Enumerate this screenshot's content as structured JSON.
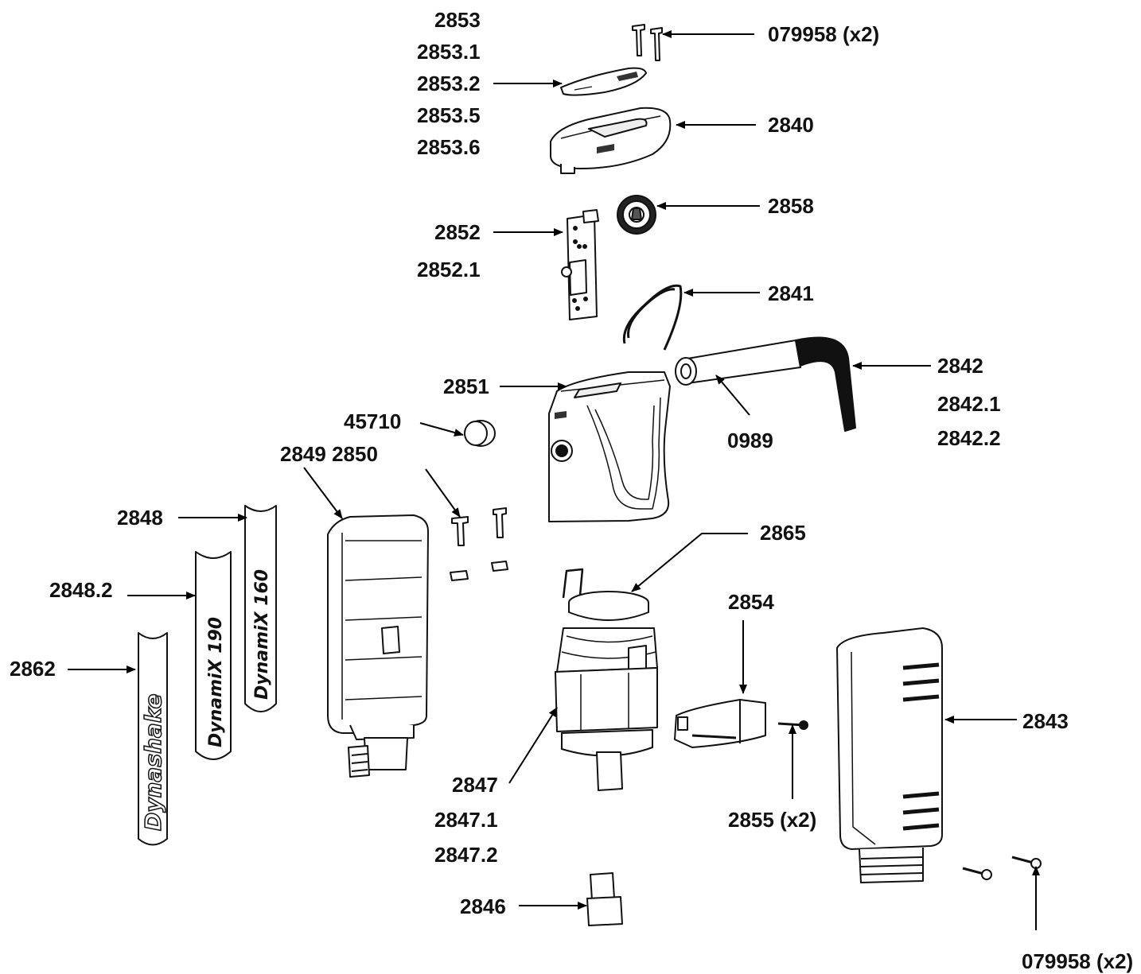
{
  "labels": {
    "l2853": "2853",
    "l2853_1": "2853.1",
    "l2853_2": "2853.2",
    "l2853_5": "2853.5",
    "l2853_6": "2853.6",
    "l079958_top": "079958 (x2)",
    "l2840": "2840",
    "l2858": "2858",
    "l2852": "2852",
    "l2852_1": "2852.1",
    "l2841": "2841",
    "l2842": "2842",
    "l2842_1": "2842.1",
    "l2842_2": "2842.2",
    "l2851": "2851",
    "l0989": "0989",
    "l45710": "45710",
    "l2849_2850": "2849 2850",
    "l2848": "2848",
    "l2848_2": "2848.2",
    "l2862": "2862",
    "l2865": "2865",
    "l2854": "2854",
    "l2843": "2843",
    "l2847": "2847",
    "l2847_1": "2847.1",
    "l2847_2": "2847.2",
    "l2855": "2855 (x2)",
    "l2846": "2846",
    "l079958_bottom": "079958 (x2)"
  },
  "decals": {
    "dynamix160": "DynamiX 160",
    "dynamix190": "DynamiX 190",
    "dynashake": "Dynashake"
  }
}
